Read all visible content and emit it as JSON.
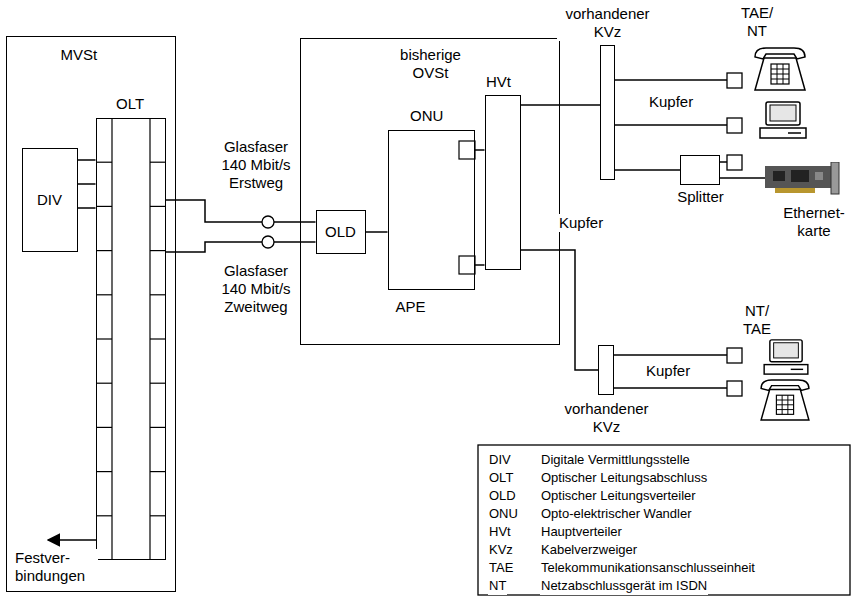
{
  "diagram": {
    "nodes": [
      {
        "text": [
          "MVSt"
        ]
      },
      {
        "text": [
          "DIV"
        ],
        "in": 0
      },
      {
        "text": [
          "OLT"
        ],
        "in": 0
      },
      {
        "text": [
          "bisherige OVSt",
          "APE"
        ]
      },
      {
        "text": [
          "OLD"
        ],
        "in": 3
      },
      {
        "text": [
          "ONU"
        ],
        "in": 3
      },
      {
        "text": [
          "HVt"
        ],
        "in": 3
      },
      {
        "text": [
          "vorhandener KVz"
        ]
      },
      {
        "text": [
          "Splitter"
        ]
      },
      {
        "text": [
          "vorhandener KVz"
        ]
      }
    ],
    "edges": [
      {
        "from": 1,
        "to": 2,
        "arrow": "none"
      },
      {
        "from": 1,
        "to": 2,
        "arrow": "none"
      },
      {
        "from": 1,
        "to": 2,
        "arrow": "none"
      },
      {
        "from": 2,
        "to": 4,
        "label": "Glasfaser 140 Mbit/s Erstweg",
        "arrow": "none"
      },
      {
        "from": 2,
        "to": 4,
        "label": "Glasfaser 140 Mbit/s Zweitweg",
        "arrow": "none"
      },
      {
        "from": 4,
        "to": 5,
        "arrow": "none"
      },
      {
        "from": 5,
        "to": 6,
        "arrow": "none"
      },
      {
        "from": 5,
        "to": 6,
        "arrow": "none"
      },
      {
        "from": 6,
        "to": 7,
        "arrow": "none"
      },
      {
        "from": 6,
        "to": 9,
        "arrow": "none"
      },
      {
        "from": 7,
        "to": 8,
        "arrow": "none"
      }
    ],
    "labels": [
      "Festver- bindungen",
      "Kupfer",
      "TAE/ NT",
      "Kupfer",
      "Ethernet- karte",
      "NT/ TAE",
      "Kupfer",
      "DIV",
      "Digitale Vermittlungsstelle",
      "OLT",
      "Optischer Leitungsabschluss",
      "OLD",
      "Optischer Leitungsverteiler",
      "ONU",
      "Opto-elektrischer Wandler",
      "HVt",
      "Hauptverteiler",
      "KVz",
      "Kabelverzweiger",
      "TAE",
      "Telekommunikationsanschlusseinheit",
      "NT",
      "Netzabschlussgerät im ISDN"
    ]
  }
}
